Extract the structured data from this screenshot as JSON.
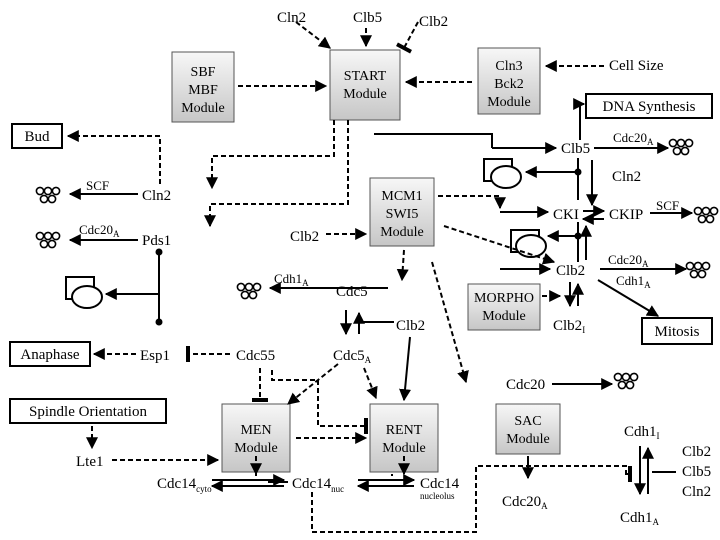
{
  "modules": {
    "sbf": [
      "SBF",
      "MBF",
      "Module"
    ],
    "start": [
      "START",
      "Module"
    ],
    "cln3": [
      "Cln3",
      "Bck2",
      "Module"
    ],
    "mcm1": [
      "MCM1",
      "SWI5",
      "Module"
    ],
    "morpho": [
      "MORPHO",
      "Module"
    ],
    "men": [
      "MEN",
      "Module"
    ],
    "rent": [
      "RENT",
      "Module"
    ],
    "sac": [
      "SAC",
      "Module"
    ]
  },
  "outputs": {
    "bud": "Bud",
    "dna": "DNA Synthesis",
    "anaphase": "Anaphase",
    "spindle": "Spindle Orientation",
    "mitosis": "Mitosis"
  },
  "species": {
    "cln2_top": "Cln2",
    "clb5_top": "Clb5",
    "clb2_top": "Clb2",
    "cell_size": "Cell Size",
    "cln2": "Cln2",
    "scf1": "SCF",
    "pds1": "Pds1",
    "cdc20a_pds": "Cdc20",
    "clb2_left": "Clb2",
    "clb5": "Clb5",
    "cdc20a_clb5": "Cdc20",
    "cln2_right": "Cln2",
    "cki": "CKI",
    "ckip": "CKIP",
    "scf2": "SCF",
    "clb2": "Clb2",
    "cdc20a_clb2": "Cdc20",
    "cdh1a_clb2": "Cdh1",
    "clb2i": "Clb2",
    "cdc5": "Cdc5",
    "cdh1a_cdc5": "Cdh1",
    "clb2_cdc5": "Clb2",
    "cdc5a": "Cdc5",
    "esp1": "Esp1",
    "cdc55": "Cdc55",
    "cdc20": "Cdc20",
    "lte1": "Lte1",
    "cdc14cyto": "Cdc14",
    "cdc14nuc": "Cdc14",
    "cdc14nucleolus": "Cdc14",
    "cdc20a_sac": "Cdc20",
    "cdh1i": "Cdh1",
    "cdh1a": "Cdh1",
    "clb2_r": "Clb2",
    "clb5_r": "Clb5",
    "cln2_r": "Cln2"
  },
  "subscripts": {
    "a": "A",
    "i": "I",
    "cyto": "cyto",
    "nuc": "nuc",
    "nucleolus": "nucleolus"
  },
  "colors": {
    "line": "#000000",
    "module_fill_top": "#f4f4f4",
    "module_fill_bottom": "#c9c9c9"
  }
}
